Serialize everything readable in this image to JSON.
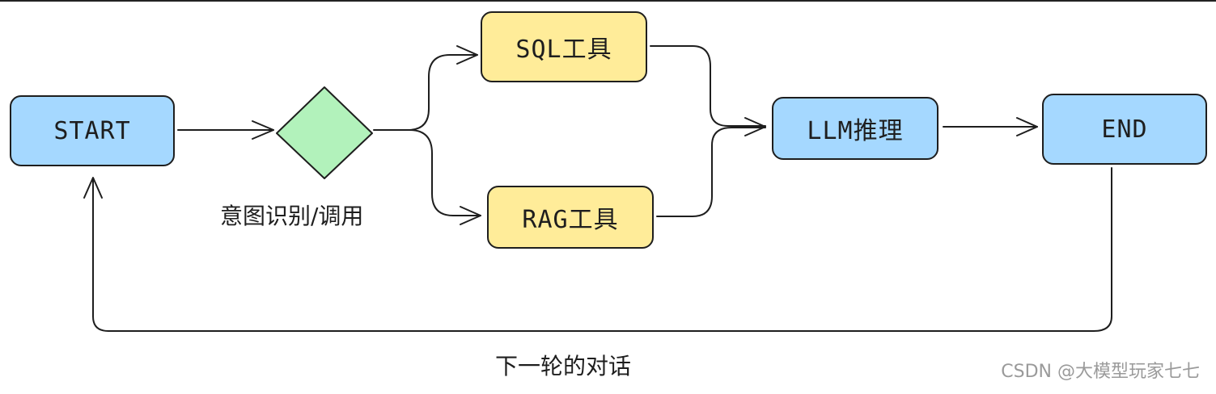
{
  "nodes": {
    "start": "START",
    "sql": "SQL工具",
    "rag": "RAG工具",
    "llm": "LLM推理",
    "end": "END"
  },
  "labels": {
    "decision": "意图识别/调用",
    "loop": "下一轮的对话"
  },
  "watermark": "CSDN @大模型玩家七七",
  "colors": {
    "blue_node": "#a5d8ff",
    "yellow_node": "#ffec99",
    "decision_node": "#b2f2bb",
    "stroke": "#1e1e1e"
  }
}
